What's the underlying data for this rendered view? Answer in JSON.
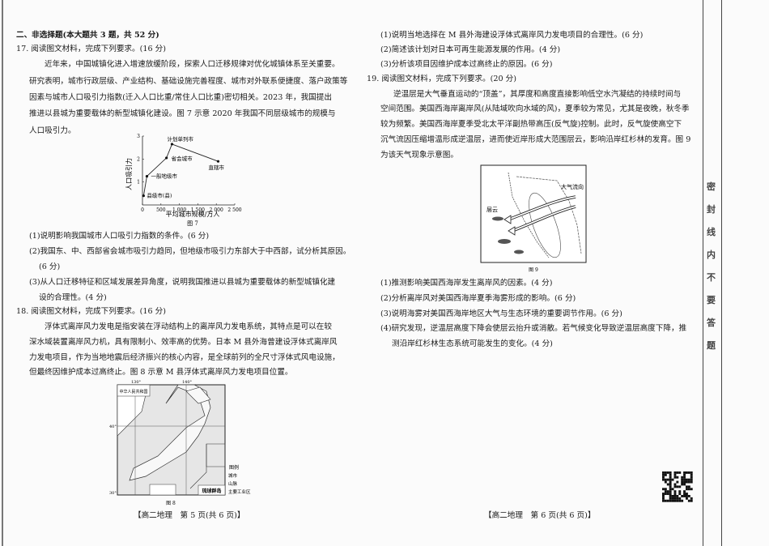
{
  "left": {
    "section_title": "二、非选择题(本大题共 3 题，共 52 分)",
    "q17": {
      "title": "17. 阅读图文材料，完成下列要求。(16 分)",
      "para": [
        "近年来，中国城镇化进入增速放缓阶段，探索人口迁移规律对优化城镇体系至关重要。",
        "研究表明，城市行政层级、产业结构、基础设施完善程度、城市对外联系便捷度、落户政策等",
        "因素与城市人口吸引力指数(迁入人口比重/常住人口比重)密切相关。2023 年，我国提出",
        "推进以县城为重要载体的新型城镇化建设。图 7 示意 2020 年我国不同层级城市的规模与",
        "人口吸引力。"
      ],
      "questions": [
        "(1)说明影响我国城市人口吸引力指数的条件。(6 分)",
        "(2)我国东、中、西部省会城市吸引力趋同，但地级市吸引力东部大于中西部，试分析其原因。",
        "(6 分)",
        "(3)从人口迁移特征和区域发展差异角度，说明我国推进以县城为重要载体的新型城镇化建",
        "设的合理性。(4 分)"
      ]
    },
    "q18": {
      "title": "18. 阅读图文材料，完成下列要求。(16 分)",
      "para": [
        "浮体式离岸风力发电是指安装在浮动结构上的离岸风力发电系统，其特点是可以在较",
        "深水域装置离岸风力机，具有限制小、效率高的优势。日本 M 县外海曾建设浮体式离岸风",
        "力发电项目，作为当地地震后经济振兴的核心内容，是全球前列的全尺寸浮体式风电设施，",
        "但最终因维护成本过高终止。图 8 示意 M 县浮体式离岸风力发电项目位置。"
      ]
    },
    "map8": {
      "caption": "图 8",
      "country_label": "中华人民共和国",
      "lon_labels": [
        "130°",
        "140°"
      ],
      "lat_labels": [
        "40°",
        "30°"
      ],
      "inset_label": "琉球群岛",
      "legend_title": "图例",
      "legend_items": [
        "城市",
        "山脉",
        "主要工业区"
      ]
    },
    "footer": "【高二地理　第 5 页(共 6 页)】"
  },
  "chart_data": {
    "type": "line",
    "caption": "图 7",
    "xlabel": "平均城市规模/万人",
    "ylabel": "人口吸引力",
    "xlim": [
      0,
      2500
    ],
    "ylim": [
      0,
      3
    ],
    "xticks": [
      "0",
      "500",
      "1 000",
      "1 500",
      "2 000",
      "2 500"
    ],
    "yticks": [
      "1",
      "2",
      "3"
    ],
    "points": [
      {
        "label": "县级市(县)",
        "x": 30,
        "y": 0.4
      },
      {
        "label": "一般地级市",
        "x": 120,
        "y": 1.25
      },
      {
        "label": "省会城市",
        "x": 650,
        "y": 2.05
      },
      {
        "label": "计划单列市",
        "x": 800,
        "y": 2.65
      },
      {
        "label": "直辖市",
        "x": 2050,
        "y": 1.9
      }
    ]
  },
  "right": {
    "q18_questions": [
      "(1)说明当地选择在 M 县外海建设浮体式离岸风力发电项目的合理性。(6 分)",
      "(2)简述该计划对日本可再生能源发展的作用。(4 分)",
      "(3)分析该项目因维护成本过高终止的原因。(6 分)"
    ],
    "q19": {
      "title": "19. 阅读图文材料，完成下列要求。(20 分)",
      "para": [
        "逆温层是大气垂直运动的“顶盖”，其厚度和高度直接影响低空水汽凝结的持续时间与",
        "空间范围。美国西海岸离岸风(从陆域吹向水域的风)，夏季较为常见，尤其是夜晚，秋冬季",
        "较为频繁。美国西海岸夏季受北太平洋副热带高压(反气旋)控制。此时，反气旋使高空下",
        "沉气流因压缩增温形成逆温层，进而使近岸形成大范围层云，影响沿岸红杉林的发育。图 9",
        "为该天气现象示意图。"
      ],
      "questions": [
        "(1)推测影响美国西海岸发生离岸风的因素。(4 分)",
        "(2)分析离岸风对美国西海岸夏季海雾形成的影响。(6 分)",
        "(3)说明海雾对美国西海岸地区大气与生态环境的重要调节作用。(6 分)",
        "(4)研究发现，逆温层高度下降会使层云抬升或消散。若气候变化导致逆温层高度下降，推",
        "测沿岸红杉林生态系统可能发生的变化。(4 分)"
      ]
    },
    "fig9": {
      "caption": "图 9",
      "cloud_label": "层云",
      "flow_label": "大气流向"
    },
    "footer": "【高二地理　第 6 页(共 6 页)】"
  },
  "sidebar": {
    "chars": [
      "密",
      "封",
      "线",
      "内",
      "不",
      "要",
      "答",
      "题"
    ]
  }
}
